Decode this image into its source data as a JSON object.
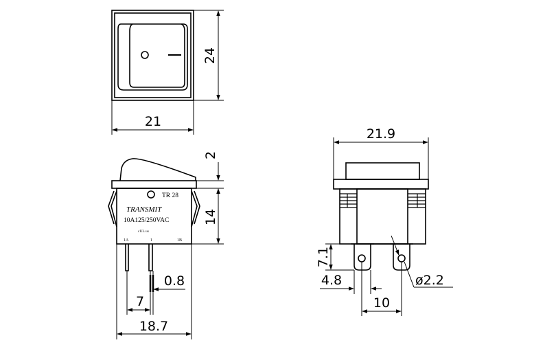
{
  "dimensions": {
    "top_width": "21",
    "top_height": "24",
    "rocker_height": "2",
    "body_height": "14",
    "pin_thickness": "0.8",
    "pin_offset": "7",
    "overall_width": "18.7",
    "front_width": "21.9",
    "tab_height": "7.1",
    "tab_width": "4.8",
    "tab_spacing": "10",
    "hole_diameter": "ø2.2"
  },
  "body_marking": {
    "model": "TR 28",
    "brand": "TRANSMIT",
    "rating": "10A125/250VAC",
    "cert": "cUL us",
    "terminals": [
      "1A",
      "1",
      "1B"
    ]
  },
  "rocker_symbols": {
    "off": "O",
    "on": "|"
  }
}
